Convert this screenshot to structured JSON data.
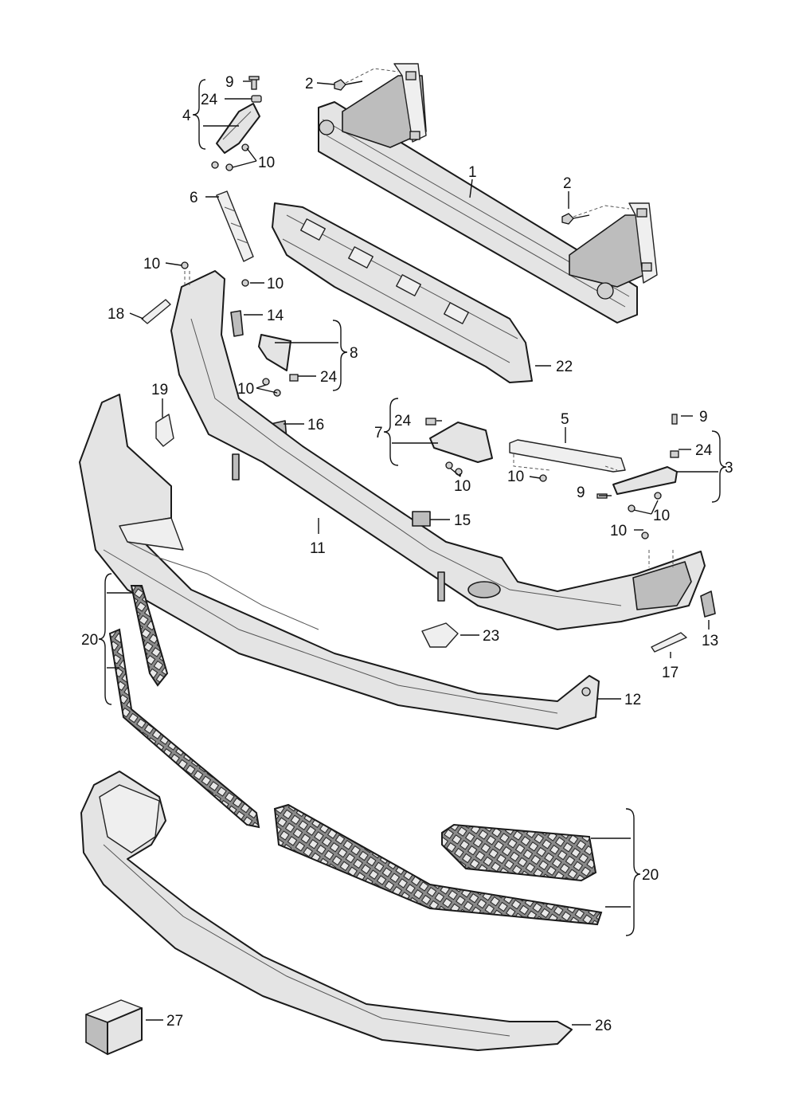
{
  "labels": {
    "l1": "1",
    "l2a": "2",
    "l2b": "2",
    "l3": "3",
    "l4": "4",
    "l5": "5",
    "l6": "6",
    "l7": "7",
    "l8": "8",
    "l9a": "9",
    "l9b": "9",
    "l9c": "9",
    "l10a": "10",
    "l10b": "10",
    "l10c": "10",
    "l10d": "10",
    "l10e": "10",
    "l10f": "10",
    "l10g": "10",
    "l10h": "10",
    "l11": "11",
    "l12": "12",
    "l13": "13",
    "l14": "14",
    "l15": "15",
    "l16": "16",
    "l17": "17",
    "l18": "18",
    "l19": "19",
    "l20a": "20",
    "l20b": "20",
    "l22": "22",
    "l23": "23",
    "l24a": "24",
    "l24b": "24",
    "l24c": "24",
    "l24d": "24",
    "l26": "26",
    "l27": "27"
  }
}
